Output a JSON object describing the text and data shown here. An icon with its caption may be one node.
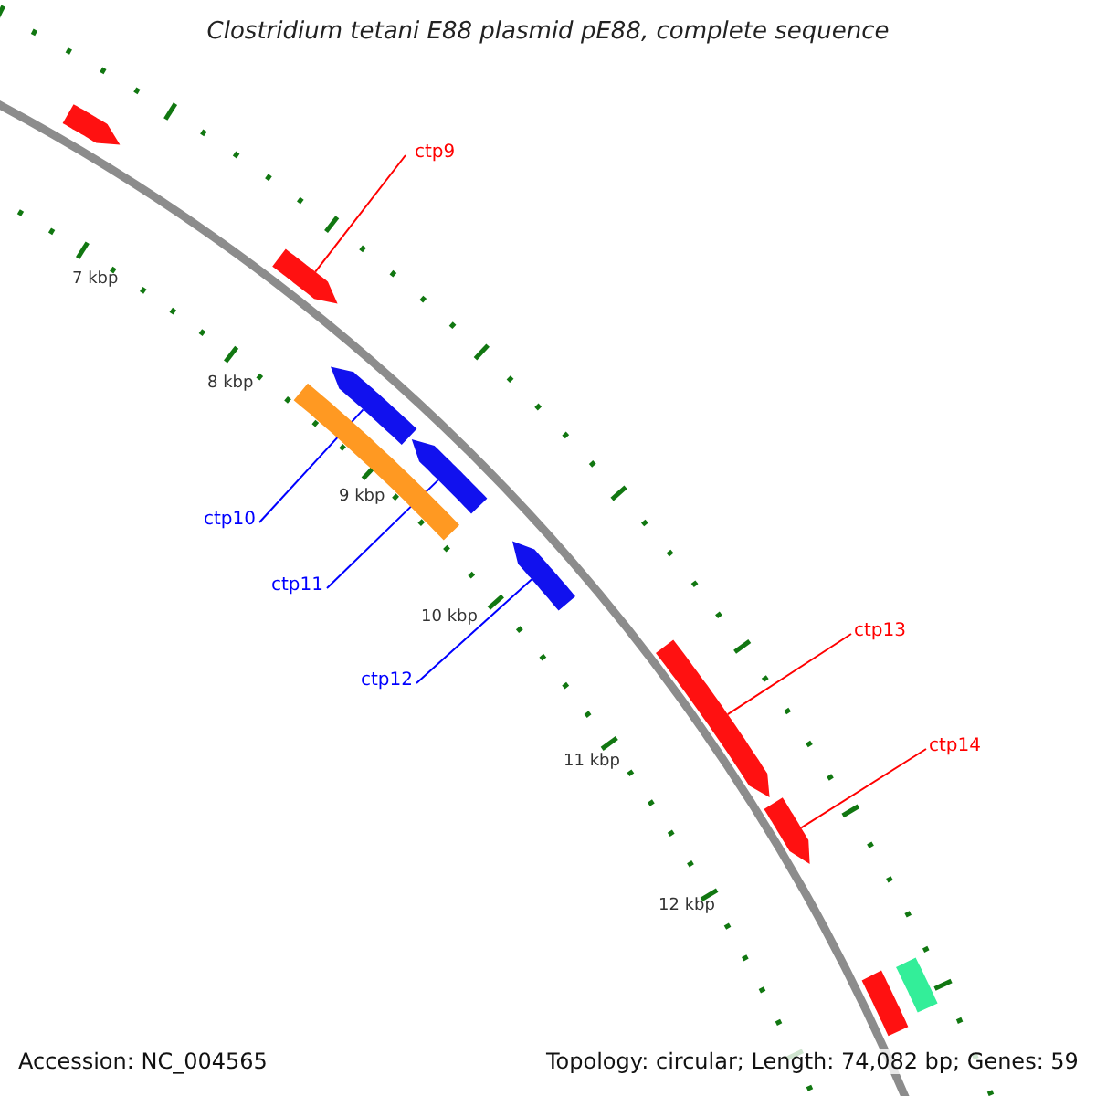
{
  "diagram": {
    "title": "Clostridium tetani E88 plasmid pE88, complete sequence",
    "nodes": [
      {
        "text": [
          "ctp9"
        ]
      },
      {
        "text": [],
        "shape": "arrow"
      },
      {
        "text": [],
        "shape": "arrow"
      },
      {
        "text": [],
        "shape": "arrow"
      },
      {
        "text": [],
        "shape": "bar"
      },
      {
        "text": [],
        "shape": "arrow"
      },
      {
        "text": [
          "ctp10"
        ]
      },
      {
        "text": [
          "ctp11"
        ]
      },
      {
        "text": [],
        "shape": "arrow"
      },
      {
        "text": [
          "ctp12"
        ]
      },
      {
        "text": [
          "ctp13"
        ]
      },
      {
        "text": [],
        "shape": "arrow"
      },
      {
        "text": [
          "ctp14"
        ]
      },
      {
        "text": [],
        "shape": "arrow"
      },
      {
        "text": [],
        "shape": "arrow"
      },
      {
        "text": [],
        "shape": "arrow"
      }
    ],
    "edges": [
      {
        "from": 0,
        "to": 2,
        "arrow": "none",
        "color": "#ff0000"
      },
      {
        "from": 6,
        "to": 3,
        "arrow": "none",
        "color": "#0000ff"
      },
      {
        "from": 7,
        "to": 5,
        "arrow": "none",
        "color": "#0000ff"
      },
      {
        "from": 9,
        "to": 8,
        "arrow": "none",
        "color": "#0000ff"
      },
      {
        "from": 10,
        "to": 11,
        "arrow": "none",
        "color": "#ff0000"
      },
      {
        "from": 12,
        "to": 13,
        "arrow": "none",
        "color": "#ff0000"
      }
    ],
    "labels": [
      "7 kbp",
      "8 kbp",
      "9 kbp",
      "10 kbp",
      "11 kbp",
      "12 kbp",
      "Accession: NC_004565",
      "Topology: circular; Length: 74,082 bp; Genes: 59"
    ]
  }
}
